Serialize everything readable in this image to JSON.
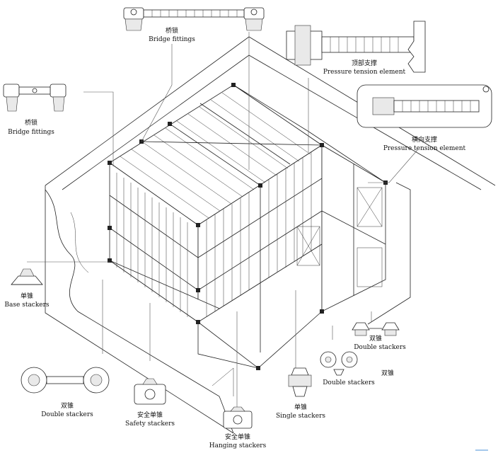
{
  "labels": {
    "bridge_top": {
      "cn": "桥锁",
      "en": "Bridge fittings"
    },
    "bridge_left": {
      "cn": "桥锁",
      "en": "Bridge fittings"
    },
    "pressure_top": {
      "cn": "顶部支撑",
      "en": "Pressure tension element"
    },
    "pressure_side": {
      "cn": "横向支撑",
      "en": "Pressure tension element"
    },
    "base_stackers": {
      "cn": "单锥",
      "en": "Base stackers"
    },
    "double_left": {
      "cn": "双锥",
      "en": "Double stackers"
    },
    "safety": {
      "cn": "安全单锥",
      "en": "Safety stackers"
    },
    "hanging": {
      "cn": "安全单锥",
      "en": "Hanging stackers"
    },
    "single": {
      "cn": "单锥",
      "en": "Single stackers"
    },
    "double_mid": {
      "cn": "双锥",
      "en": "Double stackers"
    },
    "double_right": {
      "cn": "双锥",
      "en": "Double stackers"
    }
  },
  "icons": {
    "bridge_top": "bridge-fitting-icon",
    "bridge_left": "bridge-fitting-icon",
    "pressure_top": "pressure-tension-element-icon",
    "pressure_side": "pressure-tension-element-icon",
    "base_stackers": "base-stacker-icon",
    "double_left": "double-stacker-icon",
    "safety": "safety-stacker-icon",
    "hanging": "hanging-stacker-icon",
    "single": "single-stacker-icon",
    "double_mid": "double-stacker-icon",
    "double_right": "double-stacker-icon"
  },
  "colors": {
    "line": "#222222",
    "shade": "#e9e9e9",
    "background": "#ffffff"
  }
}
